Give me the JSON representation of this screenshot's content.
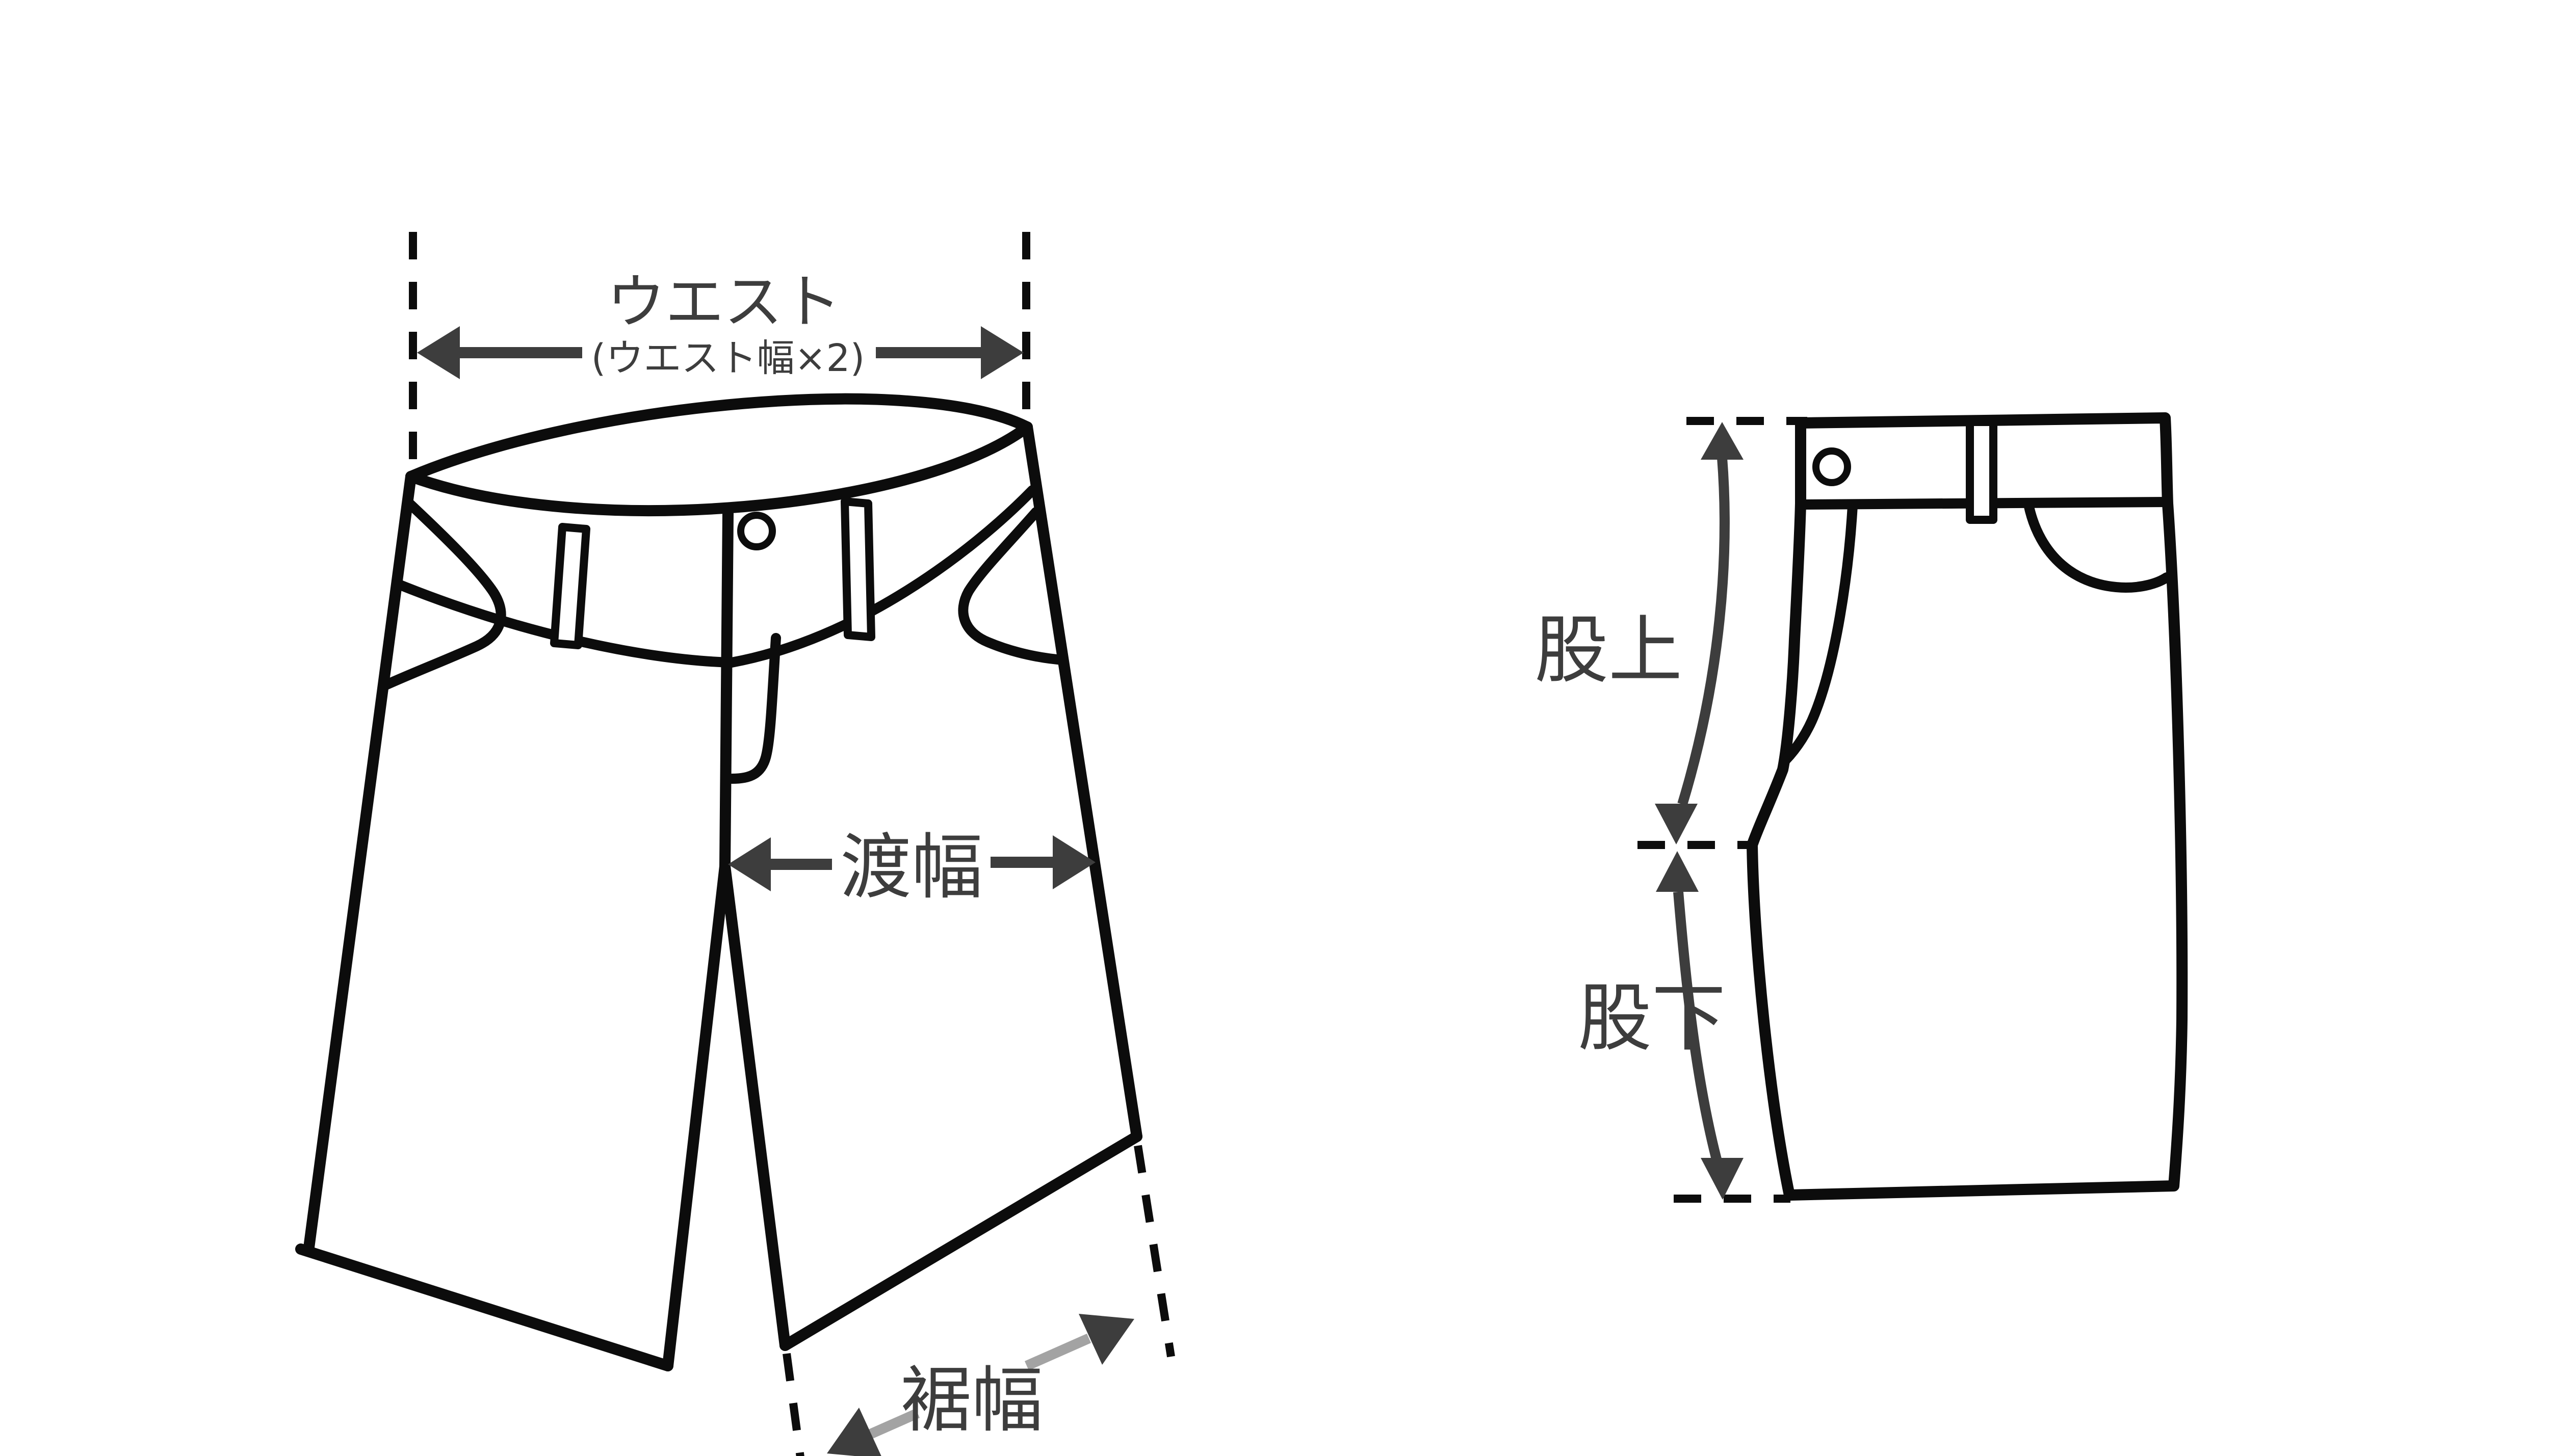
{
  "diagram": {
    "front_view": {
      "waist_label": "ウエスト",
      "waist_sublabel": "(ウエスト幅×2)",
      "thigh_width_label": "渡幅",
      "hem_width_label": "裾幅"
    },
    "side_view": {
      "rise_label": "股上",
      "inseam_label": "股下"
    }
  },
  "colors": {
    "outline": "#0c0c0c",
    "annotation": "#3d3d3d",
    "hem_shaft": "#a3a3a3",
    "background": "#ffffff"
  }
}
